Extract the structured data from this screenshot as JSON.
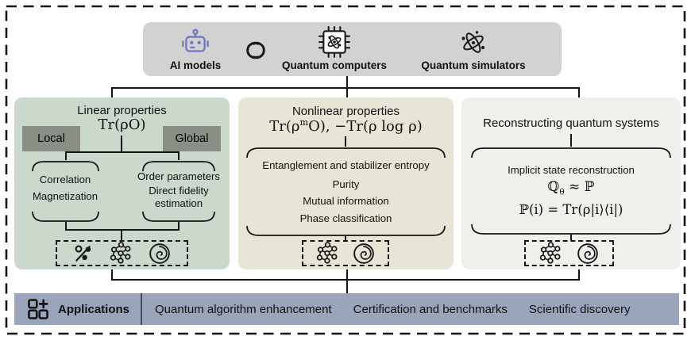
{
  "colors": {
    "topbar_bg": "#d2d2d2",
    "ai_accent": "#7476c0",
    "linear_bg": "#cbd8cc",
    "nonlinear_bg": "#e8e5d6",
    "recon_bg": "#f0efec",
    "tag_bg": "#898f85",
    "apps_bg": "#9aa4bb",
    "line": "#151515"
  },
  "top_bar": {
    "items": [
      {
        "label": "AI models",
        "icon": "robot"
      },
      {
        "icon": "chain-link"
      },
      {
        "label": "Quantum computers",
        "icon": "quantum-chip"
      },
      {
        "label": "Quantum simulators",
        "icon": "atom"
      }
    ]
  },
  "panels": {
    "linear": {
      "title": "Linear properties",
      "formula": "Tr(ρO)",
      "tag_local": "Local",
      "tag_global": "Global",
      "group_left": {
        "item1": "Correlation",
        "item2": "Magnetization"
      },
      "group_right": {
        "item1": "Order parameters",
        "item2": "Direct fidelity estimation"
      },
      "tool_icons": [
        "sampling-percent",
        "neural-network",
        "spiral-model"
      ]
    },
    "nonlinear": {
      "title": "Nonlinear properties",
      "formula": {
        "a": "Tr(ρ",
        "sup": "m",
        "b": "O), −Tr(ρ log ρ)"
      },
      "items": [
        "Entanglement and stabilizer entropy",
        "Purity",
        "Mutual information",
        "Phase classification"
      ],
      "tool_icons": [
        "neural-network",
        "spiral-model"
      ]
    },
    "reconstruction": {
      "title": "Reconstructing quantum systems",
      "subtitle": "Implicit state reconstruction",
      "formula1": {
        "a": "ℚ",
        "sub": "θ",
        "b": " ≈ ℙ"
      },
      "formula2": "ℙ(i) = Tr(ρ|i⟩⟨i|)",
      "tool_icons": [
        "neural-network",
        "spiral-model"
      ]
    }
  },
  "applications": {
    "label": "Applications",
    "items": [
      "Quantum algorithm enhancement",
      "Certification and benchmarks",
      "Scientific discovery"
    ]
  }
}
